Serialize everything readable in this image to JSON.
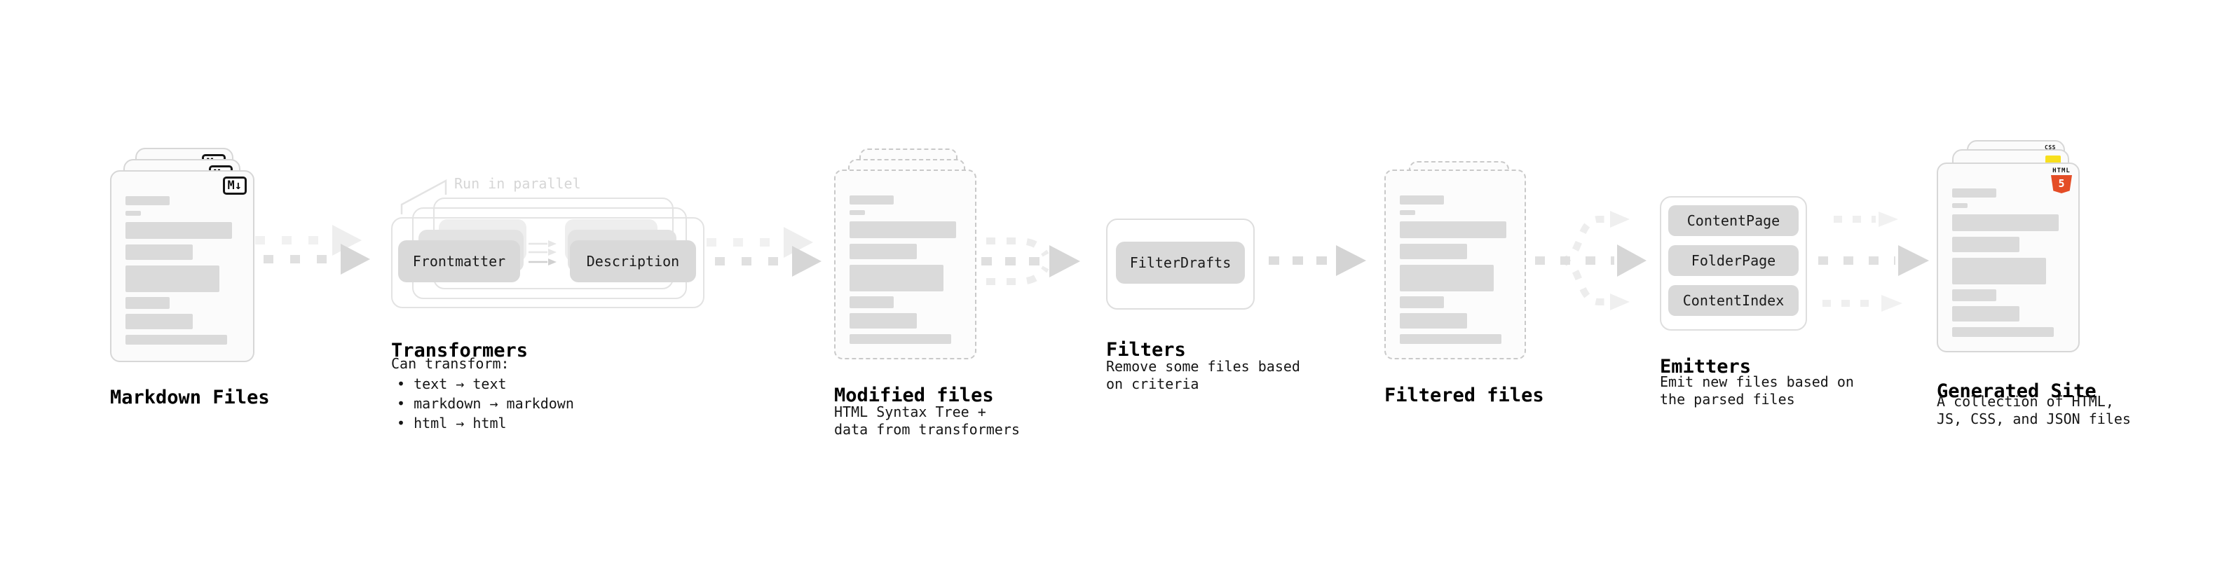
{
  "pipeline": {
    "markdown_files": {
      "label": "Markdown Files",
      "badge_text": "M↓"
    },
    "transformers": {
      "label": "Transformers",
      "parallel_note": "Run in parallel",
      "source_node": "Frontmatter",
      "target_node": "Description",
      "caption_title": "Can transform:",
      "bullets": [
        "• text → text",
        "• markdown → markdown",
        "• html → html"
      ]
    },
    "modified_files": {
      "label": "Modified files",
      "caption": "HTML Syntax Tree +\ndata from transformers"
    },
    "filters": {
      "label": "Filters",
      "node": "FilterDrafts",
      "caption": "Remove some files based\non criteria"
    },
    "filtered_files": {
      "label": "Filtered files"
    },
    "emitters": {
      "label": "Emitters",
      "nodes": [
        "ContentPage",
        "FolderPage",
        "ContentIndex"
      ],
      "caption": "Emit new files based on\nthe parsed files"
    },
    "generated_site": {
      "label": "Generated Site",
      "caption": "A collection of HTML,\nJS, CSS, and JSON files",
      "html5_badge_label": "HTML",
      "html5_badge_number": "5",
      "css_badge_label": "CSS"
    }
  },
  "colors": {
    "card_border": "#d7d7d7",
    "card_background": "#fbfbfb",
    "content_bar": "#dadada",
    "node_background": "#d9d9d9",
    "arrow_dash": "#e0e0e0",
    "arrow_head": "#d6d6d6",
    "ghost_arrow": "#f1f1f1",
    "html5_orange": "#e44d26",
    "js_yellow": "#f7df1e",
    "css_blue": "#2965f1"
  }
}
